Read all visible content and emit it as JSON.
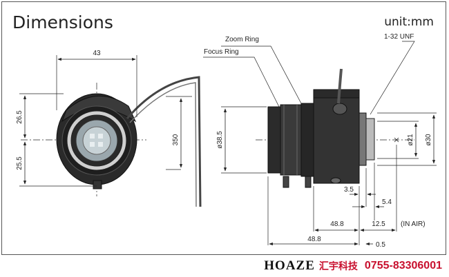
{
  "title": "Dimensions",
  "unit": "unit:mm",
  "labels": {
    "zoom_ring": "Zoom Ring",
    "focus_ring": "Focus Ring",
    "thread": "1-32 UNF",
    "in_air": "(IN AIR)"
  },
  "front_view": {
    "width": "43",
    "upper_height": "26.5",
    "lower_height": "25.5",
    "cable_length": "350"
  },
  "side_view": {
    "body_dia": "ø38.5",
    "bore_dia": "ø21",
    "mount_dia": "ø30",
    "d_3_5": "3.5",
    "d_5_4": "5.4",
    "d_48_8_inner": "48.8",
    "d_12_5": "12.5",
    "d_48_8_outer": "48.8",
    "d_0_5": "0.5"
  },
  "footer": {
    "brand": "HOAZE",
    "company": "汇宇科技",
    "phone": "0755-83306001"
  },
  "colors": {
    "accent": "#c8102e",
    "line": "#222222"
  }
}
